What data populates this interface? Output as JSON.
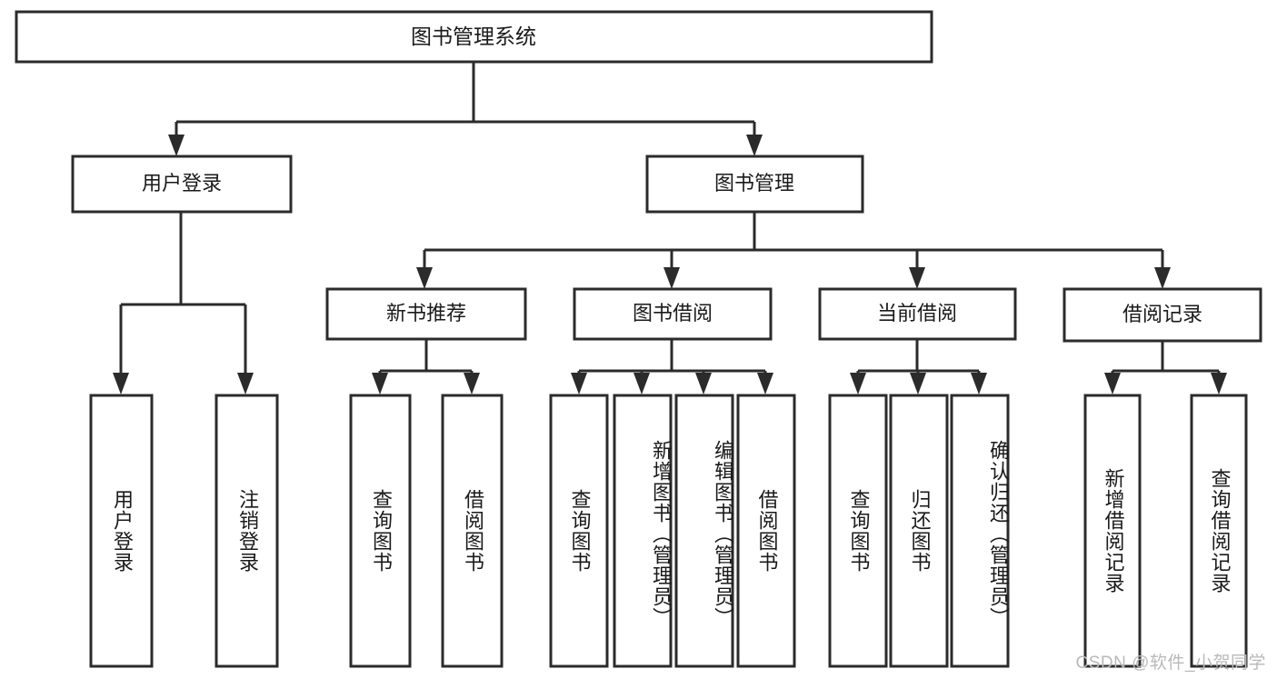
{
  "diagram": {
    "title": "图书管理系统",
    "type": "hierarchy-tree",
    "watermark": "CSDN @软件_小贺同学",
    "colors": {
      "stroke": "#2b2b2b",
      "fill": "#ffffff",
      "text": "#1a1a1a",
      "watermark": "#b9b9b9",
      "background": "#ffffff"
    },
    "root": {
      "label": "图书管理系统"
    },
    "level2": [
      {
        "label": "用户登录"
      },
      {
        "label": "图书管理"
      }
    ],
    "level3": [
      {
        "label": "新书推荐"
      },
      {
        "label": "图书借阅"
      },
      {
        "label": "当前借阅"
      },
      {
        "label": "借阅记录"
      }
    ],
    "leaves": {
      "user_login": [
        {
          "label": "用户登录"
        },
        {
          "label": "注销登录"
        }
      ],
      "new_book_recommend": [
        {
          "label": "查询图书"
        },
        {
          "label": "借阅图书"
        }
      ],
      "book_borrow": [
        {
          "label": "查询图书"
        },
        {
          "label": "新增图书（管理员）"
        },
        {
          "label": "编辑图书（管理员）"
        },
        {
          "label": "借阅图书"
        }
      ],
      "current_borrow": [
        {
          "label": "查询图书"
        },
        {
          "label": "归还图书"
        },
        {
          "label": "确认归还（管理员）"
        }
      ],
      "borrow_record": [
        {
          "label": "新增借阅记录"
        },
        {
          "label": "查询借阅记录"
        }
      ]
    }
  }
}
